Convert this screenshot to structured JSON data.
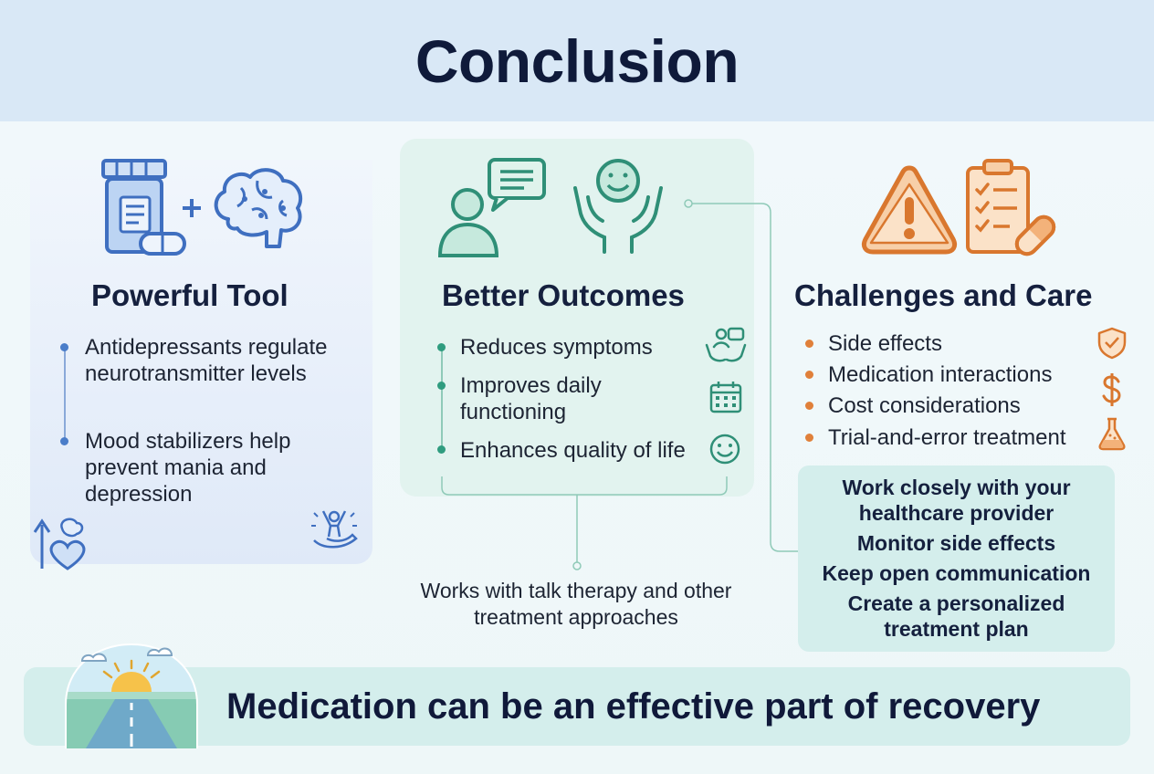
{
  "header": {
    "title": "Conclusion"
  },
  "columns": [
    {
      "title": "Powerful Tool",
      "bullets": [
        "Antidepressants regulate neurotransmitter levels",
        "Mood stabilizers help prevent mania and depression"
      ]
    },
    {
      "title": "Better Outcomes",
      "bullets": [
        "Reduces symptoms",
        "Improves daily functioning",
        "Enhances quality of life"
      ],
      "note": "Works with talk therapy and other treatment approaches"
    },
    {
      "title": "Challenges and Care",
      "bullets": [
        "Side effects",
        "Medication interactions",
        "Cost considerations",
        "Trial-and-error treatment"
      ],
      "care": [
        "Work closely with your healthcare provider",
        "Monitor side effects",
        "Keep open communication",
        "Create a personalized treatment plan"
      ]
    }
  ],
  "footer": {
    "text": "Medication can be an effective part of recovery"
  },
  "icons": [
    "pill-bottle-icon",
    "brain-icon",
    "person-speech-icon",
    "smile-hands-icon",
    "warning-icon",
    "clipboard-checklist-icon",
    "pill-capsule-icon",
    "support-hands-icon",
    "calendar-icon",
    "smiley-icon",
    "shield-check-icon",
    "dollar-icon",
    "flask-icon",
    "mood-up-icon",
    "celebrating-person-icon",
    "sunrise-road-icon"
  ],
  "colors": {
    "blue_accent": "#4a7dc9",
    "green_accent": "#2f9c7f",
    "orange_accent": "#e0803a",
    "title_dark": "#15203e"
  }
}
